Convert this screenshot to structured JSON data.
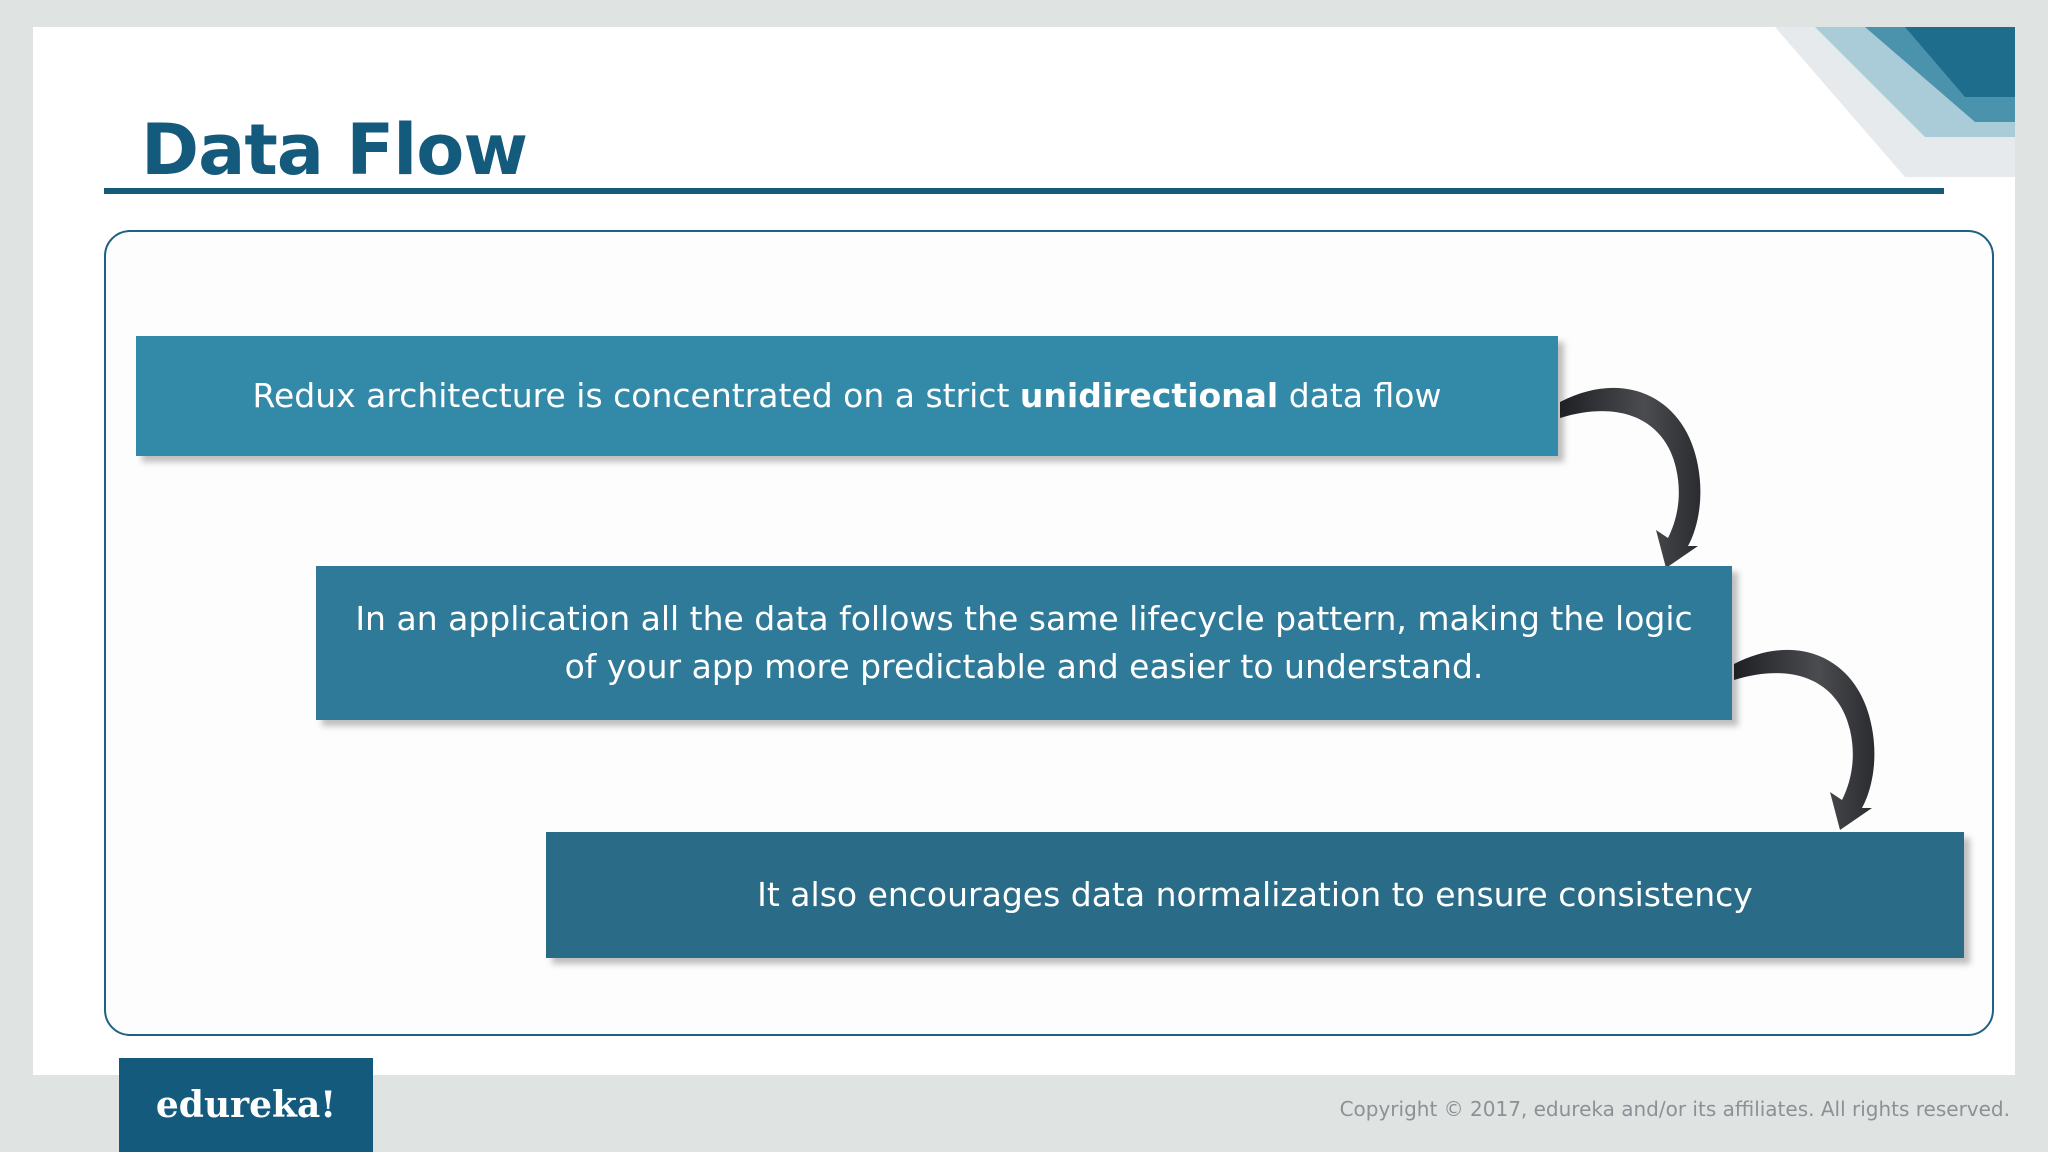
{
  "slide": {
    "title": "Data Flow"
  },
  "flow": {
    "step1": {
      "before": "Redux architecture is concentrated on a strict ",
      "emphasis": "unidirectional",
      "after": " data flow"
    },
    "step2": {
      "text": "In an application all  the data follows the same lifecycle pattern, making the logic of your app more predictable and easier to understand."
    },
    "step3": {
      "text": "It also encourages data normalization to ensure consistency"
    }
  },
  "footer": {
    "logo": "edureka!",
    "copyright": "Copyright © 2017, edureka and/or its affiliates. All rights reserved."
  },
  "colors": {
    "brand": "#135a7c",
    "box1": "#338aa8",
    "box2": "#2e7a98",
    "box3": "#2a6b87",
    "arrow": "#3a3c40"
  },
  "icons": {
    "arrows": "curved-down-arrow",
    "corner": "corner-stripes"
  }
}
